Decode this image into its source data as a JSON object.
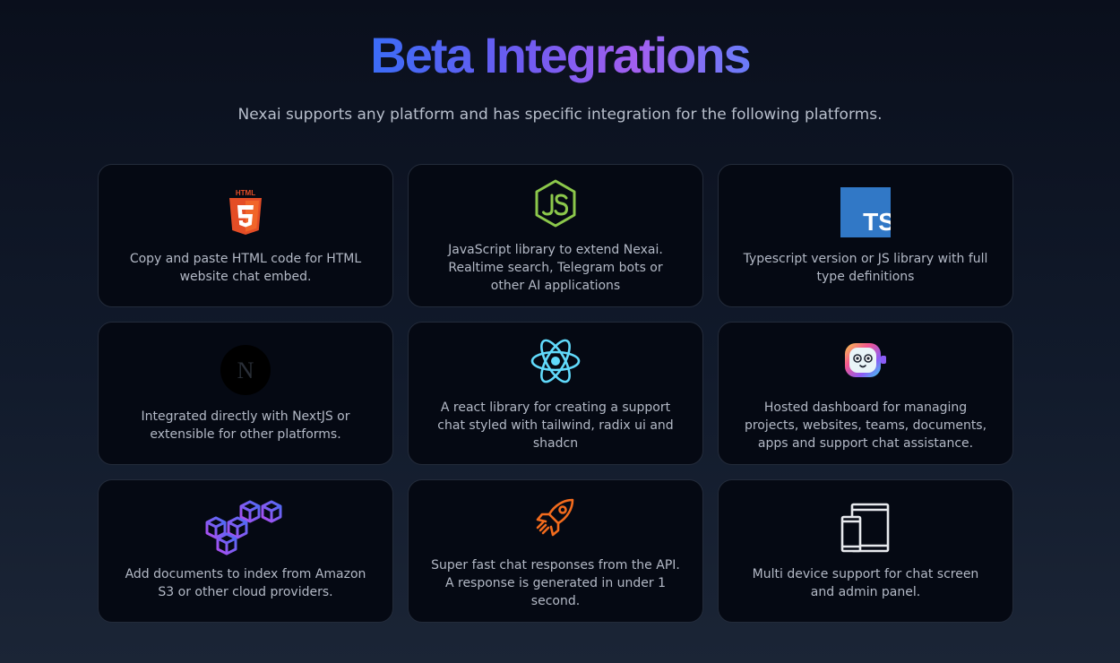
{
  "header": {
    "title": "Beta Integrations",
    "subtitle": "Nexai supports any platform and has specific integration for the following platforms."
  },
  "cards": [
    {
      "icon": "html5-icon",
      "description": "Copy and paste HTML code for HTML website chat embed."
    },
    {
      "icon": "nodejs-icon",
      "description": "JavaScript library to extend Nexai. Realtime search, Telegram bots or other AI applications"
    },
    {
      "icon": "typescript-icon",
      "label": "TS",
      "description": "Typescript version or JS library with full type definitions"
    },
    {
      "icon": "nextjs-icon",
      "label": "N",
      "description": "Integrated directly with NextJS or extensible for other platforms."
    },
    {
      "icon": "react-icon",
      "description": "A react library for creating a support chat styled with tailwind, radix ui and shadcn"
    },
    {
      "icon": "robot-mascot-icon",
      "description": "Hosted dashboard for managing projects, websites, teams, documents, apps and support chat assistance."
    },
    {
      "icon": "cubes-icon",
      "description": "Add documents to index from Amazon S3 or other cloud providers."
    },
    {
      "icon": "rocket-icon",
      "description": "Super fast chat responses from the API. A response is generated in under 1 second."
    },
    {
      "icon": "devices-icon",
      "description": "Multi device support for chat screen and admin panel."
    }
  ],
  "colors": {
    "background": "#0a0f1c",
    "card": "#050913",
    "card_border": "#232b3a",
    "html5": "#e44d26",
    "nodejs": "#8cc84b",
    "typescript": "#3178c6",
    "react": "#61dafb",
    "rocket": "#f26b1d",
    "cubes": "#8b5cf6"
  }
}
